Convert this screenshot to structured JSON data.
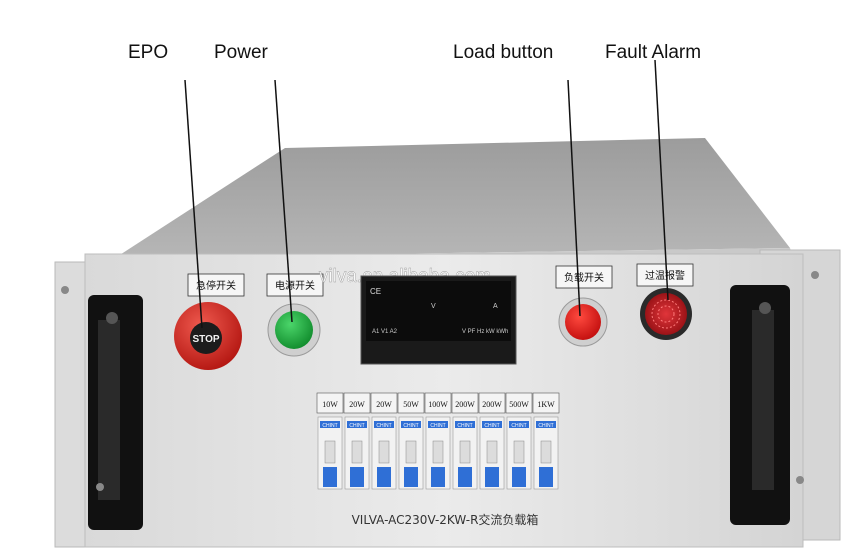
{
  "callouts": {
    "epo": "EPO",
    "power": "Power",
    "load_button": "Load button",
    "fault_alarm": "Fault Alarm"
  },
  "panel": {
    "label_emergency": "急停开关",
    "label_power": "电源开关",
    "label_load": "负载开关",
    "label_fault": "过温报警",
    "stop_text": "STOP",
    "watermark": "vilva.en.alibaba.com",
    "model": "VILVA-AC230V-2KW-R交流负载箱",
    "meter": {
      "tag": "CE",
      "unit_v": "V",
      "unit_a": "A",
      "row_left": "A1  V1  A2",
      "row_right": "V  PF  Hz  kW  kWh"
    },
    "breaker_brand": "CHINT",
    "breakers": [
      "10W",
      "20W",
      "20W",
      "50W",
      "100W",
      "200W",
      "200W",
      "500W",
      "1KW"
    ]
  },
  "colors": {
    "epo_red": "#d9231c",
    "power_green": "#18a63a",
    "load_red": "#e01515",
    "alarm_red": "#c0151a",
    "breaker_blue": "#2f6fd6",
    "panel_grey": "#e4e4e4"
  }
}
